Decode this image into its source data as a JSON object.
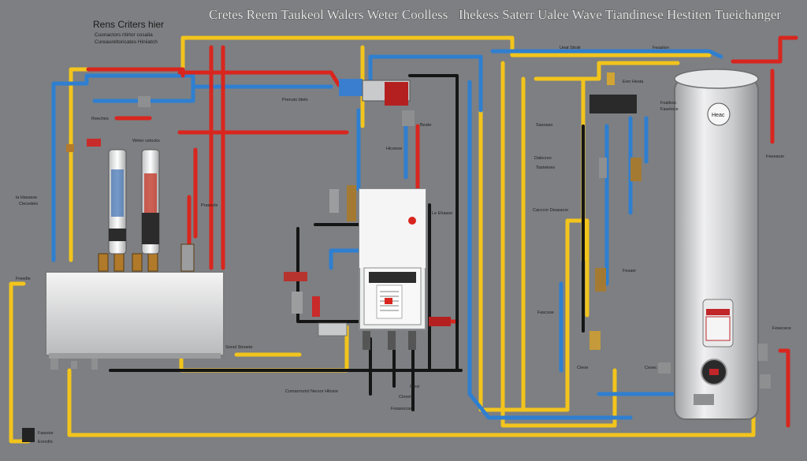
{
  "title": {
    "main": "Cretes Reem Taukeol Walers Weter Coolless",
    "secondary": "Ihekess Saterr Ualee Wave Tiandinese Hestiten Tueichanger"
  },
  "top_left_heading": "Rens Criters hier",
  "top_left_sub_1": "Cuonactors ritirtor cosalia",
  "top_left_sub_2": "Cureaureltoricates Hiniiatch",
  "labels": {
    "pressure_lbl": "Prenuto bleto",
    "reeches": "Reeches",
    "weter_lbl": "Weter cetocks",
    "hicoeoe": "Hicoeoe",
    "beate": "Beate",
    "le_ehaas": "Le Ehaase",
    "prasocle": "Prasocle",
    "left_ehasta": "la Hasasse",
    "left_ehasta_sub": "Clecedeis",
    "bottom_left_1": "Freedle",
    "bottom_left_2": "Fasooie",
    "bottom_left_3": "Erecdlo",
    "mid_bottom_1": "Sonol Stooete",
    "mid_bottom_2": "Comarrroriol Nersor Hilosre",
    "mid_bottom_3": "Clesi",
    "mid_bottom_4": "Cinoeld",
    "tank_top_1": "Ueat Sitolir",
    "tank_top_2": "Fesalion",
    "tank_top_3": "Erer Hesta",
    "tank_side_1": "Foaliosc",
    "tank_side_2": "Fasetoce",
    "tank_right": "Feeeacer",
    "tank_right_2": "Fesecece",
    "mid_right_1": "Sasoaso",
    "mid_right_2": "Dalecres",
    "mid_right_3": "Tastwioes",
    "mid_right_4": "Cacccor Deasacor",
    "mid_right_5": "Fesaer",
    "mid_right_6": "Fascsoe",
    "mid_right_7": "Cleoe",
    "mid_right_8": "Cesec",
    "heater_side": "Fosaoocas",
    "tank_brand": "Heac"
  },
  "colors": {
    "yellow": "#f2c41c",
    "blue": "#2f7fd0",
    "red": "#d8261e",
    "black": "#151515",
    "silver": "#c8c9cb",
    "bg": "#7d7f82"
  }
}
